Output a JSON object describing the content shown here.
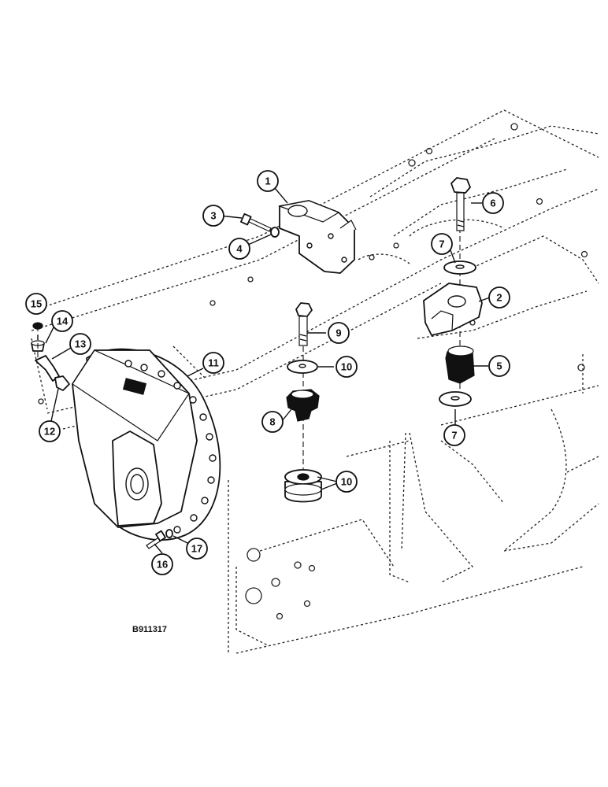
{
  "figure": {
    "drawing_code": "B911317",
    "callouts": [
      {
        "key": "c1",
        "label": "1"
      },
      {
        "key": "c2",
        "label": "2"
      },
      {
        "key": "c3",
        "label": "3"
      },
      {
        "key": "c4",
        "label": "4"
      },
      {
        "key": "c5",
        "label": "5"
      },
      {
        "key": "c6",
        "label": "6"
      },
      {
        "key": "c7a",
        "label": "7"
      },
      {
        "key": "c7b",
        "label": "7"
      },
      {
        "key": "c8",
        "label": "8"
      },
      {
        "key": "c9",
        "label": "9"
      },
      {
        "key": "c10a",
        "label": "10"
      },
      {
        "key": "c10b",
        "label": "10"
      },
      {
        "key": "c11",
        "label": "11"
      },
      {
        "key": "c12",
        "label": "12"
      },
      {
        "key": "c13",
        "label": "13"
      },
      {
        "key": "c14",
        "label": "14"
      },
      {
        "key": "c15",
        "label": "15"
      },
      {
        "key": "c16",
        "label": "16"
      },
      {
        "key": "c17",
        "label": "17"
      }
    ]
  }
}
